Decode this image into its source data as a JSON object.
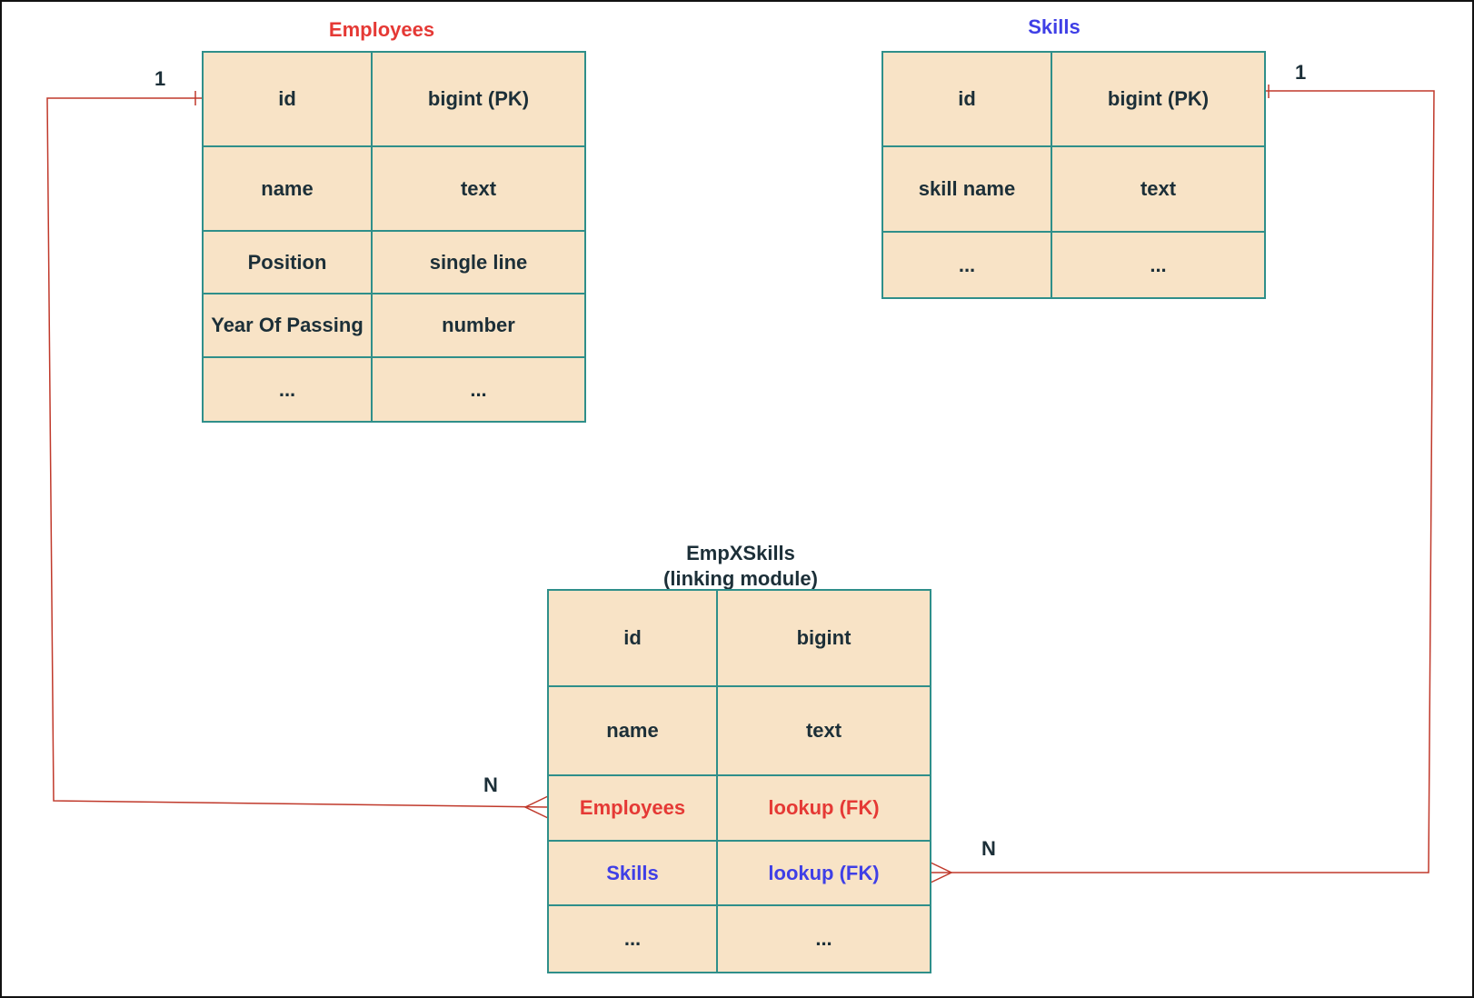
{
  "tables": {
    "employees": {
      "title": "Employees",
      "title_color": "#e53935",
      "rows": [
        {
          "field": "id",
          "type": "bigint (PK)"
        },
        {
          "field": "name",
          "type": "text"
        },
        {
          "field": "Position",
          "type": "single line"
        },
        {
          "field": "Year Of Passing",
          "type": "number"
        },
        {
          "field": "...",
          "type": "..."
        }
      ]
    },
    "skills": {
      "title": "Skills",
      "title_color": "#3f3fe6",
      "rows": [
        {
          "field": "id",
          "type": "bigint (PK)"
        },
        {
          "field": "skill name",
          "type": "text"
        },
        {
          "field": "...",
          "type": "..."
        }
      ]
    },
    "empxskills": {
      "title_line1": "EmpXSkills",
      "title_line2": "(linking module)",
      "title_color": "#1c2f38",
      "rows": [
        {
          "field": "id",
          "type": "bigint"
        },
        {
          "field": "name",
          "type": "text"
        },
        {
          "field": "Employees",
          "type": "lookup (FK)",
          "accent": "employees"
        },
        {
          "field": "Skills",
          "type": "lookup (FK)",
          "accent": "skills"
        },
        {
          "field": "...",
          "type": "..."
        }
      ]
    }
  },
  "relations": [
    {
      "from": "Employees",
      "to": "EmpXSkills",
      "from_label": "1",
      "to_label": "N"
    },
    {
      "from": "Skills",
      "to": "EmpXSkills",
      "from_label": "1",
      "to_label": "N"
    }
  ],
  "colors": {
    "cell_fill": "#f8e3c6",
    "cell_border": "#2f8f8a",
    "cell_text": "#1c2f38",
    "connector": "#c0392b",
    "employees_accent": "#e53935",
    "skills_accent": "#3f3fe6"
  }
}
